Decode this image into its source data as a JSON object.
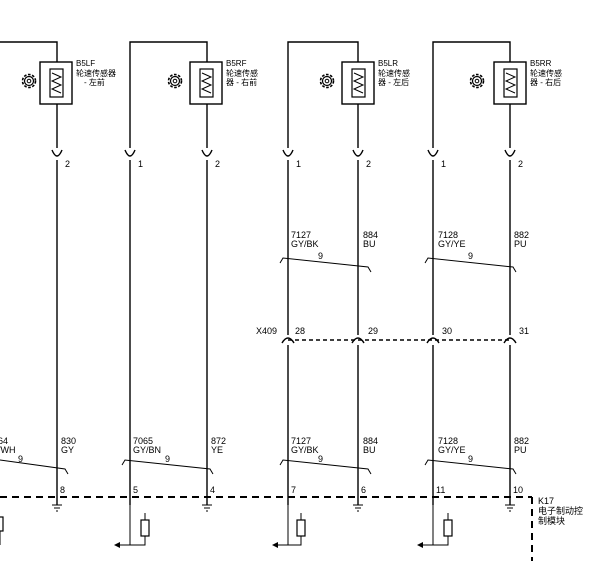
{
  "sensors": [
    {
      "id": "B5LF",
      "line1": "轮速传感器",
      "line2": "- 左前"
    },
    {
      "id": "B5RF",
      "line1": "轮速传感",
      "line2": "器 - 右前"
    },
    {
      "id": "B5LR",
      "line1": "轮速传感",
      "line2": "器 - 左后"
    },
    {
      "id": "B5RR",
      "line1": "轮速传感",
      "line2": "器 - 右后"
    }
  ],
  "sensor_pins": [
    "2",
    "1",
    "2",
    "1",
    "2",
    "1",
    "2"
  ],
  "upper_wires": [
    {
      "circuit": "7127",
      "color": "GY/BK"
    },
    {
      "circuit": "884",
      "color": "BU"
    },
    {
      "circuit": "7128",
      "color": "GY/YE"
    },
    {
      "circuit": "882",
      "color": "PU"
    }
  ],
  "upper_twists": [
    "9",
    "9"
  ],
  "connector": {
    "id": "X409",
    "pins": [
      "28",
      "29",
      "30",
      "31"
    ]
  },
  "lower_wires": [
    {
      "circuit": "64",
      "color": "/WH"
    },
    {
      "circuit": "830",
      "color": "GY"
    },
    {
      "circuit": "7065",
      "color": "GY/BN"
    },
    {
      "circuit": "872",
      "color": "YE"
    },
    {
      "circuit": "7127",
      "color": "GY/BK"
    },
    {
      "circuit": "884",
      "color": "BU"
    },
    {
      "circuit": "7128",
      "color": "GY/YE"
    },
    {
      "circuit": "882",
      "color": "PU"
    }
  ],
  "lower_twists": [
    "9",
    "9",
    "9",
    "9"
  ],
  "module_pins": [
    "8",
    "5",
    "4",
    "7",
    "6",
    "11",
    "10"
  ],
  "module": {
    "id": "K17",
    "line1": "电子制动控",
    "line2": "制模块"
  }
}
